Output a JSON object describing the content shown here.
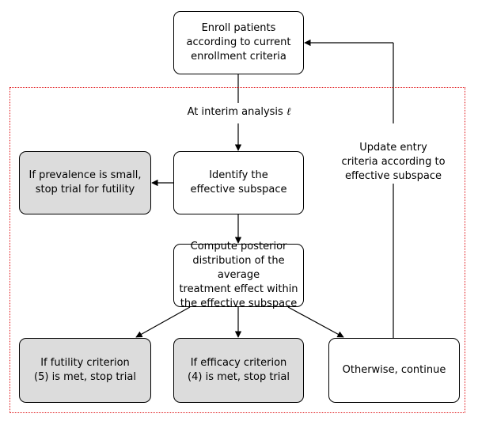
{
  "nodes": {
    "enroll": "Enroll patients\naccording to current\nenrollment criteria",
    "identify": "Identify the\neffective subspace",
    "prevalence": "If prevalence is small,\nstop trial for futility",
    "posterior": "Compute posterior\ndistribution of the average\ntreatment effect within\nthe effective subspace",
    "futility": "If futility criterion\n(5) is met, stop trial",
    "efficacy": "If efficacy criterion\n(4) is met, stop trial",
    "otherwise": "Otherwise, continue"
  },
  "edge_labels": {
    "interim_prefix": "At interim analysis ",
    "interim_symbol": "ℓ",
    "update": "Update entry\ncriteria according to\neffective subspace"
  },
  "colors": {
    "region_border": "#e0161a",
    "shaded_box": "#dcdcdc",
    "line": "#000000"
  }
}
